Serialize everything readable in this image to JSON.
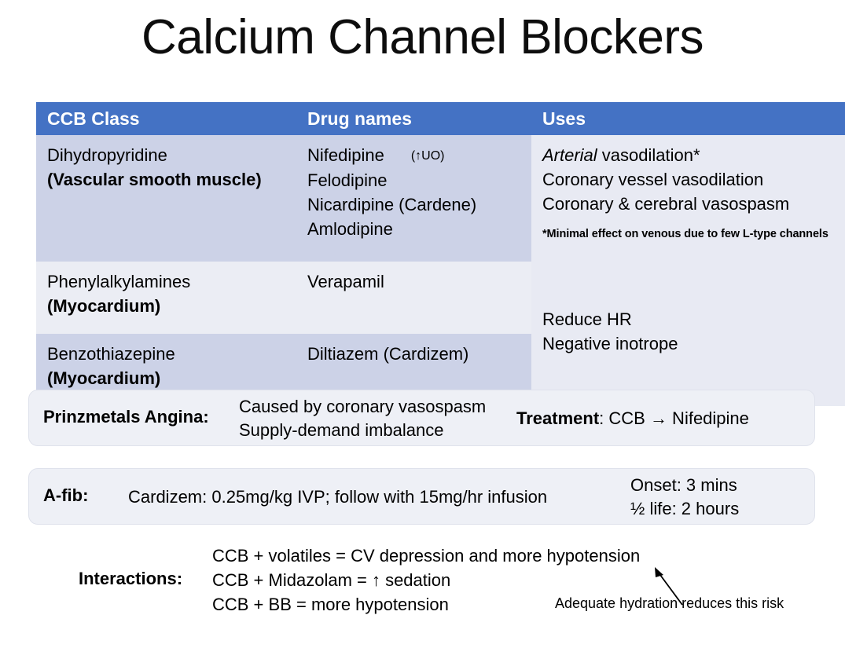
{
  "title": "Calcium Channel Blockers",
  "colors": {
    "header_blue": "#4472c4",
    "row_shade_dark": "#ccd2e7",
    "row_shade_light": "#ebedf4",
    "uses_shade": "#e8eaf3",
    "box_fill": "#eef0f6",
    "text": "#000000"
  },
  "table": {
    "headers": [
      "CCB Class",
      "Drug names",
      "Uses"
    ],
    "rows": [
      {
        "class_name": "Dihydropyridine",
        "class_site": "(Vascular smooth muscle)",
        "drugs": [
          "Nifedipine",
          "Felodipine",
          "Nicardipine (Cardene)",
          "Amlodipine"
        ],
        "drug_note": "(↑UO)",
        "uses_italic": "Arterial",
        "uses_line1_rest": " vasodilation*",
        "uses_line2": "Coronary vessel vasodilation",
        "uses_line3": "Coronary & cerebral vasospasm",
        "uses_footnote": "*Minimal effect on venous due to few L-type channels"
      },
      {
        "class_name": "Phenylalkylamines",
        "class_site": "(Myocardium)",
        "drugs": [
          "Verapamil"
        ]
      },
      {
        "class_name": "Benzothiazepine",
        "class_site": "(Myocardium)",
        "drugs": [
          "Diltiazem (Cardizem)"
        ]
      }
    ],
    "uses_merged": {
      "line1": "Reduce HR",
      "line2": "Negative inotrope"
    }
  },
  "prinzmetals": {
    "label": "Prinzmetals Angina:",
    "cause_line1": "Caused by coronary vasospasm",
    "cause_line2": "Supply-demand imbalance",
    "treatment_label": "Treatment",
    "treatment_value": ": CCB → Nifedipine"
  },
  "afib": {
    "label": "A-fib:",
    "dose": "Cardizem: 0.25mg/kg IVP; follow with 15mg/hr infusion",
    "onset": "Onset: 3 mins",
    "half_life": "½ life: 2 hours"
  },
  "interactions": {
    "label": "Interactions:",
    "line1": "CCB + volatiles = CV depression and more hypotension",
    "line2": "CCB + Midazolam = ↑ sedation",
    "line3": "CCB + BB = more hypotension",
    "annotation": "Adequate hydration reduces this risk"
  }
}
